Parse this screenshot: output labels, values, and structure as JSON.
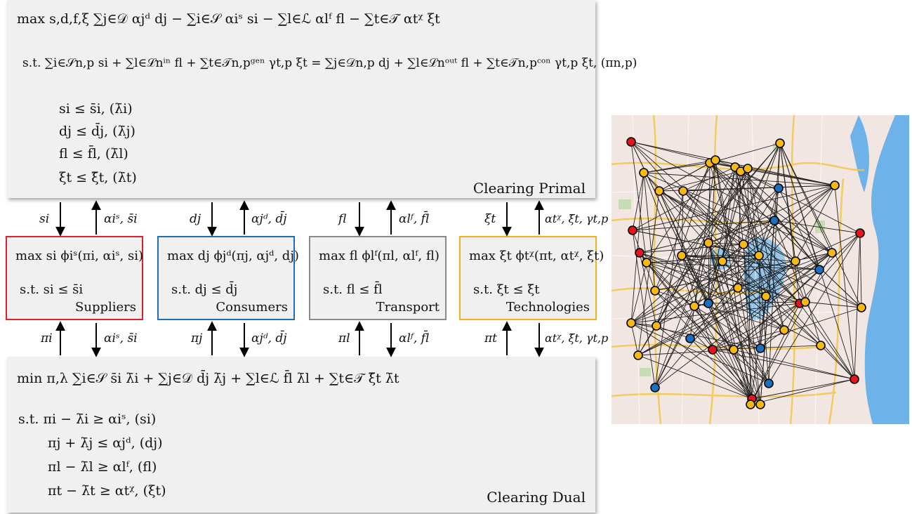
{
  "primal": {
    "title": "Clearing Primal",
    "objective": "max s,d,f,ξ   ∑j∈𝒟 αjᵈ dj − ∑i∈𝒮 αiˢ si − ∑l∈ℒ αlᶠ fl − ∑t∈𝒯 αtᵡ ξt",
    "balance": "s.t.  ∑i∈𝒮n,p si + ∑l∈ℒnⁱⁿ fl + ∑t∈𝒯n,pᵍᵉⁿ γt,p ξt = ∑j∈𝒟n,p dj + ∑l∈ℒnᵒᵘᵗ fl + ∑t∈𝒯n,pᶜᵒⁿ γt,p ξt,    (πn,p)",
    "c1": "si ≤ s̄i,    (λ̄i)",
    "c2": "dj ≤ d̄j,    (λ̄j)",
    "c3": "fl ≤ f̄l,    (λ̄l)",
    "c4": "ξt ≤ ξ̄t,    (λ̄t)"
  },
  "dual": {
    "title": "Clearing Dual",
    "objective": "min π,λ   ∑i∈𝒮 s̄i λ̄i + ∑j∈𝒟 d̄j λ̄j + ∑l∈ℒ f̄l λ̄l + ∑t∈𝒯 ξ̄t λ̄t",
    "c1": "s.t.  πi − λ̄i ≥ αiˢ,    (si)",
    "c2": "πj + λ̄j ≤ αjᵈ,    (dj)",
    "c3": "πl − λ̄l ≥ αlᶠ,    (fl)",
    "c4": "πt − λ̄t ≥ αtᵡ,    (ξt)"
  },
  "agents": [
    {
      "name": "Suppliers",
      "color": "#e0202a",
      "obj": "max si  ϕiˢ(πi, αiˢ, si)",
      "con": "s.t.  si ≤ s̄i",
      "up_left": "si",
      "up_right": "αiˢ, s̄i",
      "down_left": "πi",
      "down_right": "αiˢ, s̄i"
    },
    {
      "name": "Consumers",
      "color": "#1f6fb5",
      "obj": "max dj  ϕjᵈ(πj, αjᵈ, dj)",
      "con": "s.t.  dj ≤ d̄j",
      "up_left": "dj",
      "up_right": "αjᵈ, d̄j",
      "down_left": "πj",
      "down_right": "αjᵈ, d̄j"
    },
    {
      "name": "Transport",
      "color": "#8a8a8a",
      "obj": "max fl  ϕlᶠ(πl, αlᶠ, fl)",
      "con": "s.t.  fl ≤ f̄l",
      "up_left": "fl",
      "up_right": "αlᶠ, f̄l",
      "down_left": "πl",
      "down_right": "αlᶠ, f̄l"
    },
    {
      "name": "Technologies",
      "color": "#f0b21a",
      "obj": "max ξt  ϕtᵡ(πt, αtᵡ, ξt)",
      "con": "s.t.  ξt ≤ ξ̄t",
      "up_left": "ξt",
      "up_right": "αtᵡ, ξ̄t, γt,p",
      "down_left": "πt",
      "down_right": "αtᵡ, ξ̄t, γt,p"
    }
  ],
  "map": {
    "node_colors": {
      "red": "#e8141c",
      "blue": "#1a6fc0",
      "yellow": "#f5b90f"
    },
    "water": "#6db3ea",
    "land": "#f2e6e2"
  }
}
